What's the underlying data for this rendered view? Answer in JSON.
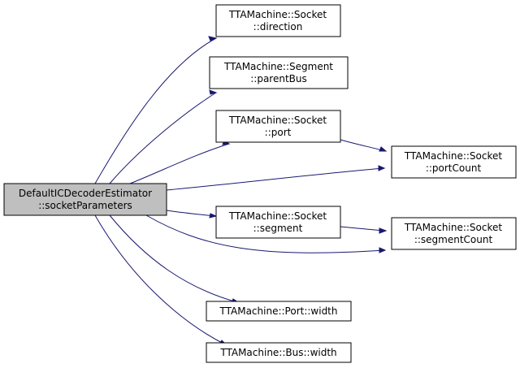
{
  "graph": {
    "nodes": [
      {
        "id": "root",
        "line1": "DefaultICDecoderEstimator",
        "line2": "::socketParameters"
      },
      {
        "id": "direction",
        "line1": "TTAMachine::Socket",
        "line2": "::direction"
      },
      {
        "id": "parentBus",
        "line1": "TTAMachine::Segment",
        "line2": "::parentBus"
      },
      {
        "id": "port",
        "line1": "TTAMachine::Socket",
        "line2": "::port"
      },
      {
        "id": "portCount",
        "line1": "TTAMachine::Socket",
        "line2": "::portCount"
      },
      {
        "id": "segment",
        "line1": "TTAMachine::Socket",
        "line2": "::segment"
      },
      {
        "id": "segmentCount",
        "line1": "TTAMachine::Socket",
        "line2": "::segmentCount"
      },
      {
        "id": "portWidth",
        "line1": "TTAMachine::Port::width",
        "line2": ""
      },
      {
        "id": "busWidth",
        "line1": "TTAMachine::Bus::width",
        "line2": ""
      }
    ],
    "edges": [
      {
        "from": "root",
        "to": "direction"
      },
      {
        "from": "root",
        "to": "parentBus"
      },
      {
        "from": "root",
        "to": "port"
      },
      {
        "from": "root",
        "to": "portCount"
      },
      {
        "from": "root",
        "to": "segment"
      },
      {
        "from": "root",
        "to": "segmentCount"
      },
      {
        "from": "root",
        "to": "portWidth"
      },
      {
        "from": "root",
        "to": "busWidth"
      },
      {
        "from": "port",
        "to": "portCount"
      },
      {
        "from": "segment",
        "to": "segmentCount"
      }
    ]
  },
  "colors": {
    "root_fill": "#bfbfbf",
    "edge": "#191970"
  }
}
